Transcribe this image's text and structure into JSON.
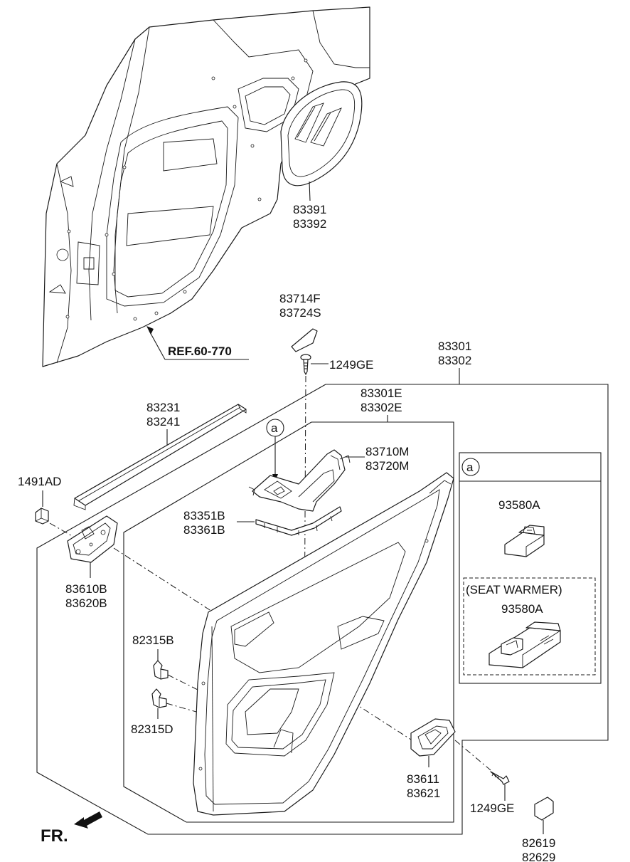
{
  "labels": {
    "p83391": "83391",
    "p83392": "83392",
    "p83714f": "83714F",
    "p83724s": "83724S",
    "p1249ge_top": "1249GE",
    "ref": "REF.60-770",
    "p83301": "83301",
    "p83302": "83302",
    "p83301e": "83301E",
    "p83302e": "83302E",
    "p83231": "83231",
    "p83241": "83241",
    "p83710m": "83710M",
    "p83720m": "83720M",
    "p1491ad": "1491AD",
    "p83351b": "83351B",
    "p83361b": "83361B",
    "p83610b": "83610B",
    "p83620b": "83620B",
    "p82315b": "82315B",
    "p82315d": "82315D",
    "p83611": "83611",
    "p83621": "83621",
    "p1249ge_bot": "1249GE",
    "p82619": "82619",
    "p82629": "82629",
    "fr": "FR."
  },
  "callout": {
    "ref_letter": "a",
    "panel_letter": "a",
    "part_93580a_std": "93580A",
    "seat_warmer": "(SEAT WARMER)",
    "part_93580a_warmer": "93580A"
  }
}
